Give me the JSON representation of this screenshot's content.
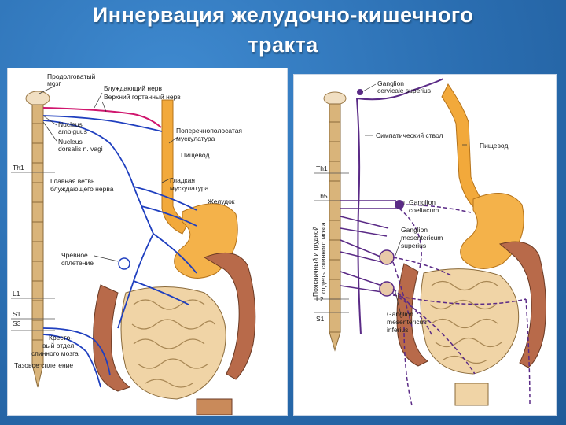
{
  "title": {
    "line1": "Иннервация желудочно-кишечного",
    "line2": "тракта"
  },
  "left_panel": {
    "labels": {
      "medulla_1": "Продолговатый",
      "medulla_2": "мозг",
      "vagus": "Блуждающий нерв",
      "laryngeal": "Верхний гортанный нерв",
      "nucleus_1": "Nucleus",
      "nucleus_2": "ambiguus",
      "nucleus_3": "Nucleus",
      "nucleus_4": "dorsalis n. vagi",
      "striated_1": "Поперечнополосатая",
      "striated_2": "мускулатура",
      "esophagus": "Пищевод",
      "th1": "Th1",
      "main_branch_1": "Главная ветвь",
      "main_branch_2": "блуждающего нерва",
      "smooth_1": "Гладкая",
      "smooth_2": "мускулатура",
      "stomach": "Желудок",
      "celiac_1": "Чревное",
      "celiac_2": "сплетение",
      "l1": "L1",
      "s1": "S1",
      "s3": "S3",
      "sacral_1": "Кресто-",
      "sacral_2": "вый отдел",
      "sacral_3": "спинного мозга",
      "pelvic": "Тазовое сплетение"
    }
  },
  "right_panel": {
    "labels": {
      "cervical_1": "Ganglion",
      "cervical_2": "cervicale superius",
      "sympathetic": "Симпатический ствол",
      "esophagus": "Пищевод",
      "th1": "Th1",
      "th5": "Th5",
      "vertical_1": "Поясничный и грудной",
      "vertical_2": "отделы спинного мозга",
      "coeliac_1": "Ganglion",
      "coeliac_2": "coeliacum",
      "mes_sup_1": "Ganglion",
      "mes_sup_2": "mesentericum",
      "mes_sup_3": "superius",
      "l2": "L2",
      "s1": "S1",
      "mes_inf_1": "Ganglion",
      "mes_inf_2": "mesentericum",
      "mes_inf_3": "inferius"
    }
  },
  "colors": {
    "background": "#2d73b8",
    "title_text": "#ffffff",
    "vagus_nerve": "#1f3fbf",
    "laryngeal_nerve": "#d0166e",
    "sympathetic_nerve": "#5a2a86",
    "esophagus": "#f2a93b",
    "stomach": "#f4b24a",
    "intestine": "#f0d4a6",
    "colon": "#b86a4a",
    "spine": "#c9a46a"
  }
}
